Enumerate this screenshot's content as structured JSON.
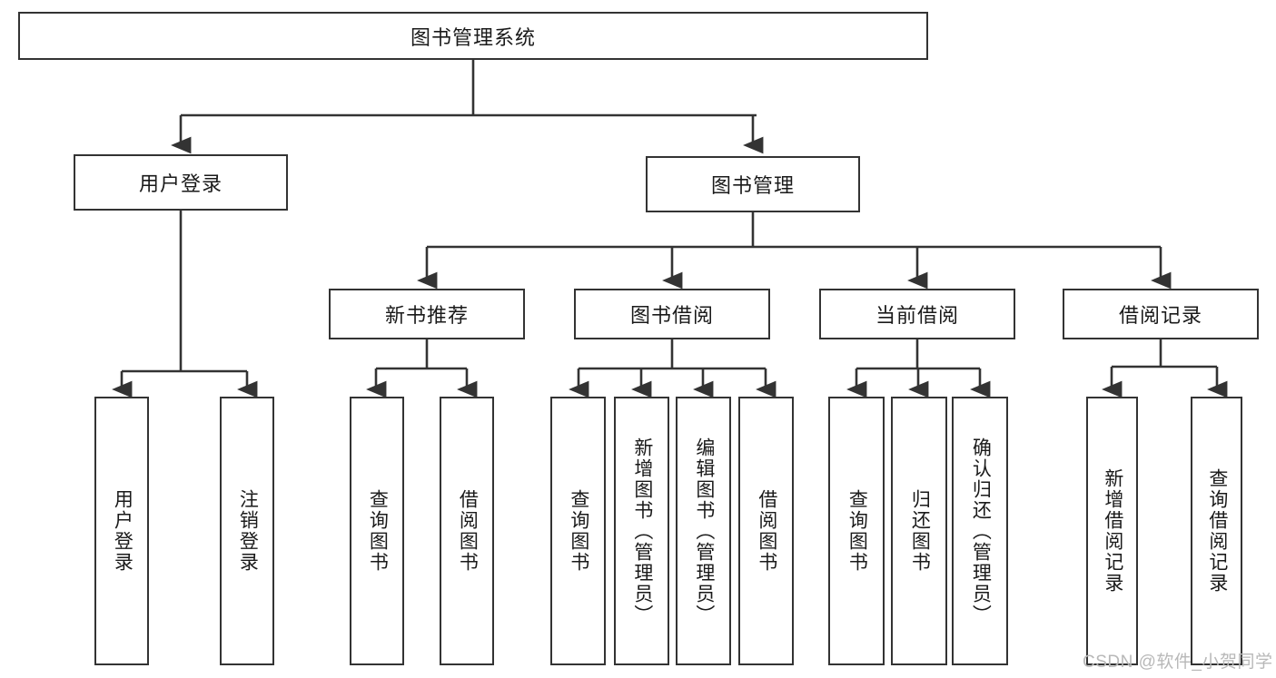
{
  "diagram": {
    "type": "tree-hierarchy",
    "title": "图书管理系统",
    "watermark": "CSDN @软件_小贺同学",
    "colors": {
      "stroke": "#333333",
      "fill": "#ffffff",
      "text": "#1a1a1a",
      "watermark": "#b8b8b8"
    },
    "nodes": {
      "root": {
        "label": "图书管理系统"
      },
      "level2": [
        {
          "label": "用户登录"
        },
        {
          "label": "图书管理"
        }
      ],
      "level3": [
        {
          "label": "新书推荐"
        },
        {
          "label": "图书借阅"
        },
        {
          "label": "当前借阅"
        },
        {
          "label": "借阅记录"
        }
      ],
      "leaves": {
        "user_login": [
          {
            "label": "用户登录"
          },
          {
            "label": "注销登录"
          }
        ],
        "new_book_recommend": [
          {
            "label": "查询图书"
          },
          {
            "label": "借阅图书"
          }
        ],
        "book_borrow": [
          {
            "label": "查询图书"
          },
          {
            "label": "新增图书（管理员）"
          },
          {
            "label": "编辑图书（管理员）"
          },
          {
            "label": "借阅图书"
          }
        ],
        "current_borrow": [
          {
            "label": "查询图书"
          },
          {
            "label": "归还图书"
          },
          {
            "label": "确认归还（管理员）"
          }
        ],
        "borrow_record": [
          {
            "label": "新增借阅记录"
          },
          {
            "label": "查询借阅记录"
          }
        ]
      }
    }
  }
}
